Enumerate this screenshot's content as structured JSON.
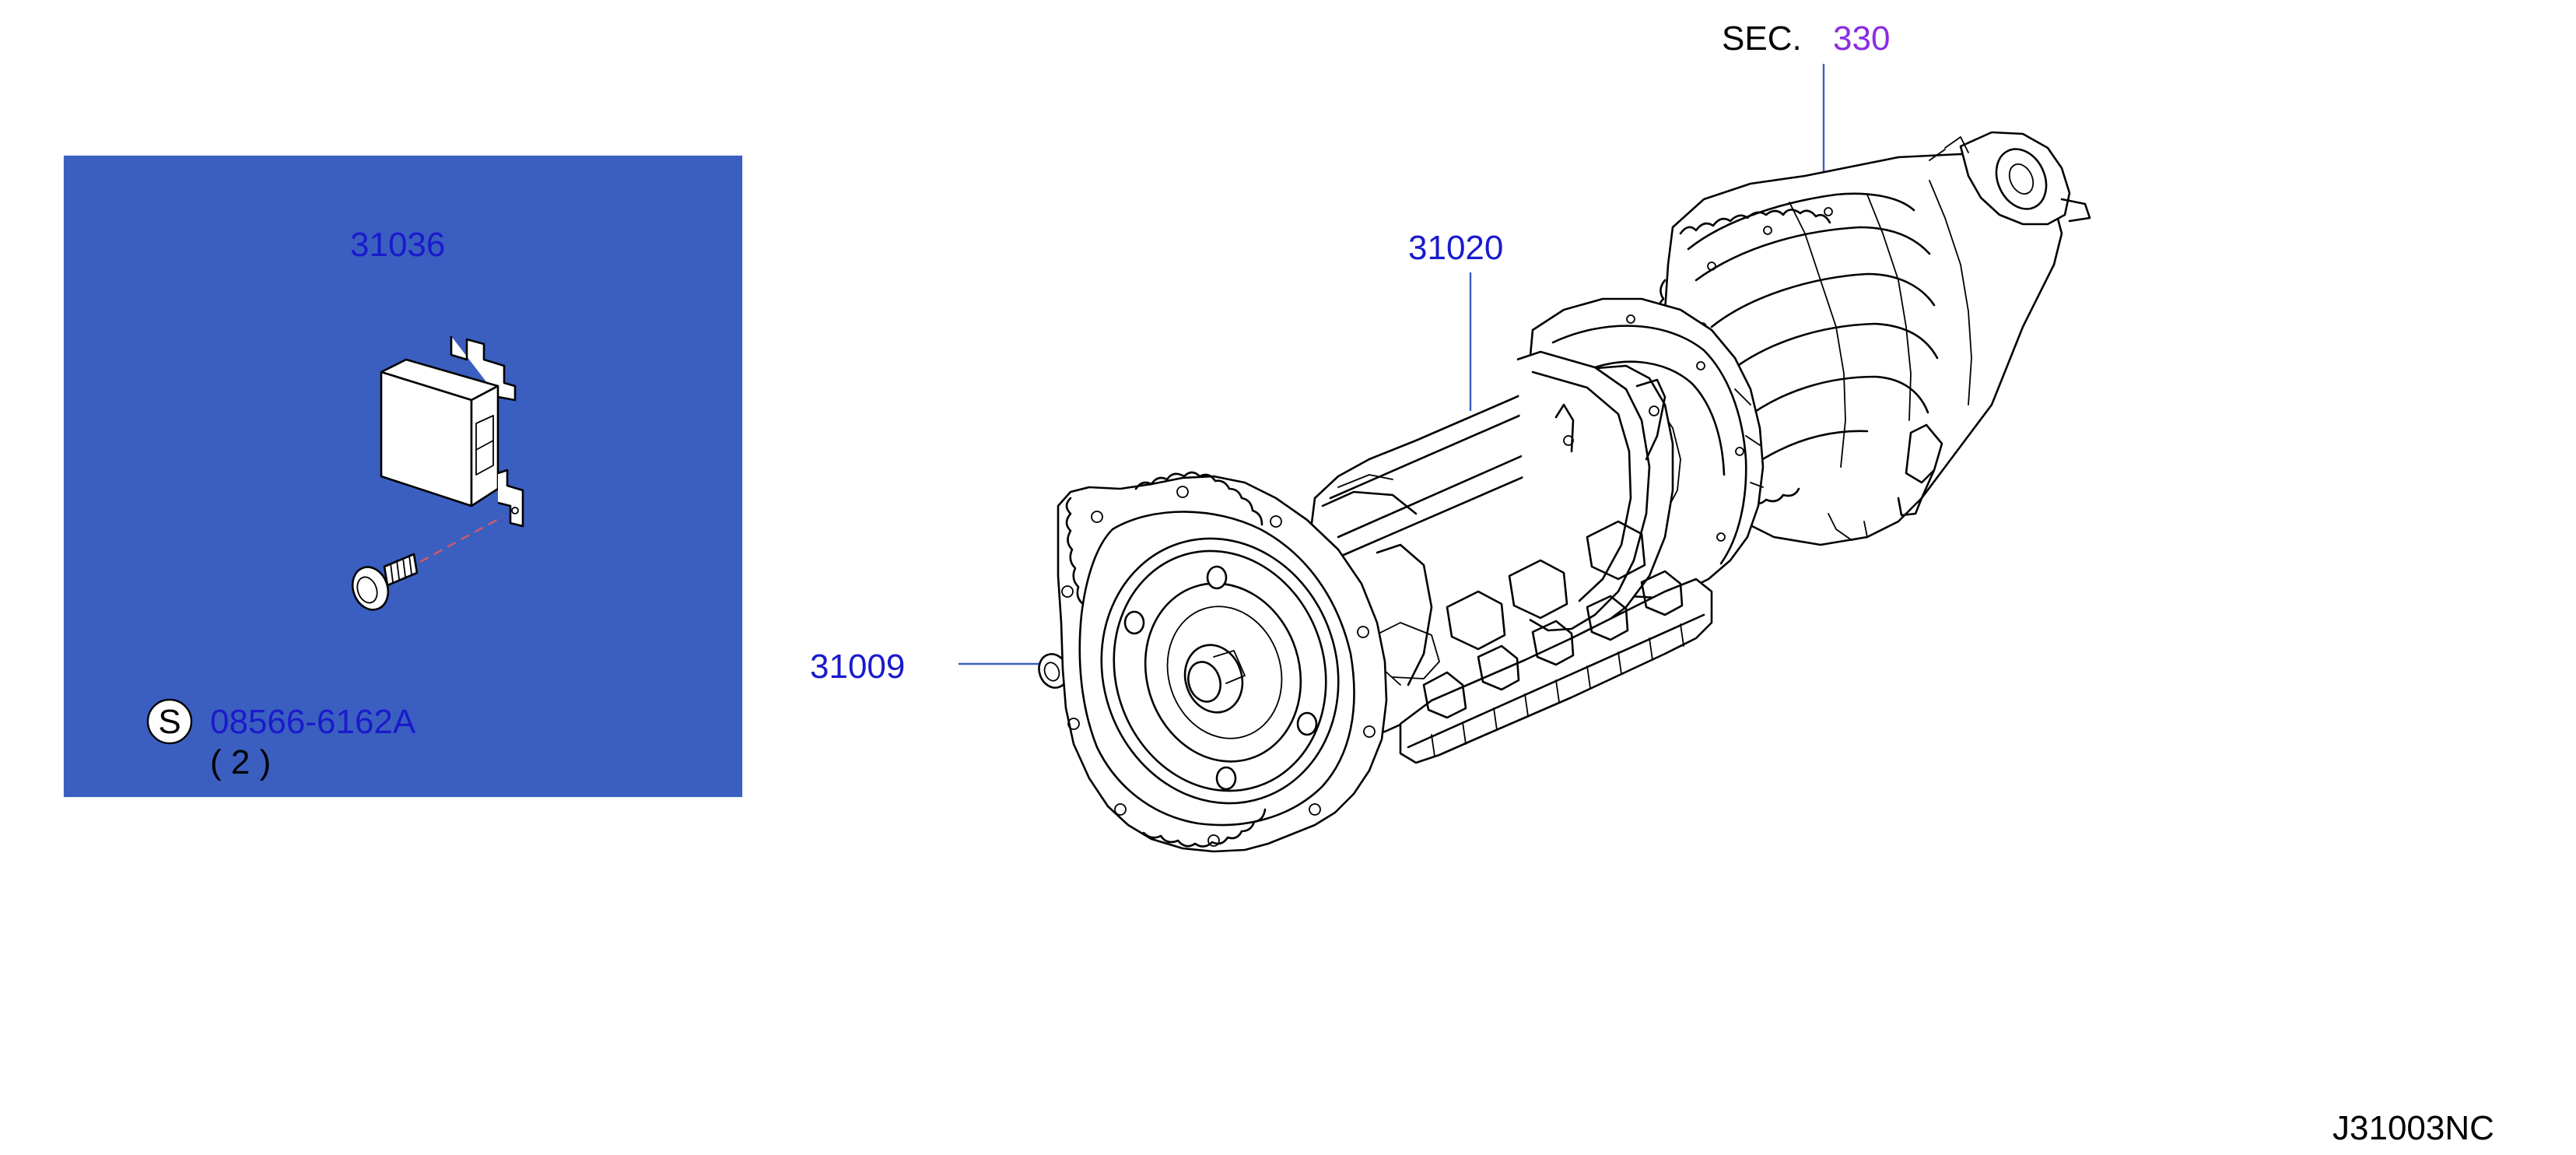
{
  "colors": {
    "part_number": "#1a1acc",
    "section_ref": "#8a2be2",
    "leader_line": "#3b5fc0",
    "box_border": "#3b5fc0",
    "dash_line": "#e05a5a",
    "text": "#000000"
  },
  "callouts": {
    "sec_prefix": "SEC.",
    "sec_number": "330",
    "ecu": "31036",
    "transmission": "31020",
    "bolt": "31009",
    "std_symbol": "S",
    "std_bolt": "08566-6162A",
    "std_bolt_qty": "( 2 )"
  },
  "diagram_code": "J31003NC"
}
